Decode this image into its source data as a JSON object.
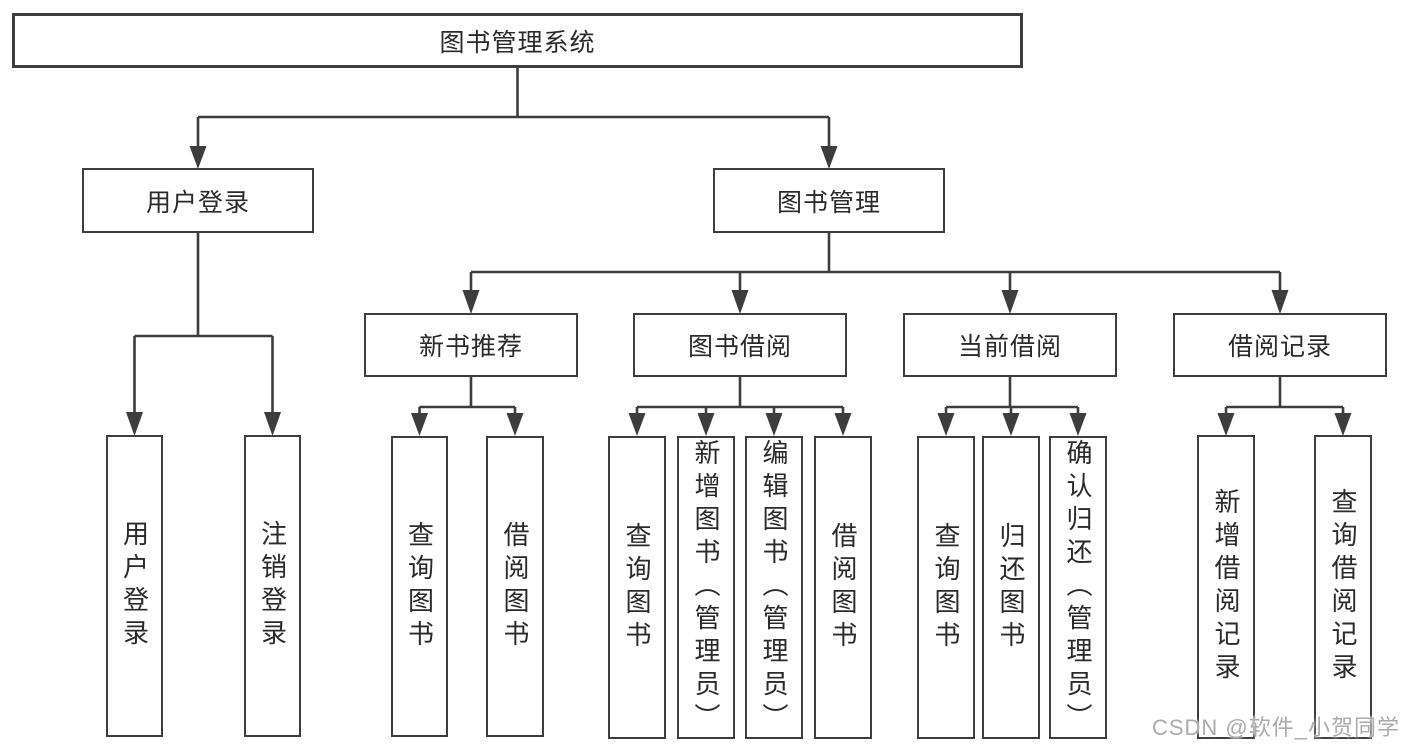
{
  "colors": {
    "line": "#3d3d3d",
    "text": "#2a2a2a",
    "background": "#ffffff",
    "watermark": "#ababab"
  },
  "watermark": {
    "text": "CSDN @软件_小贺同学"
  },
  "tree": {
    "root": {
      "label": "图书管理系统"
    },
    "level2": [
      {
        "label": "用户登录",
        "children": [
          {
            "label": "用户登录"
          },
          {
            "label": "注销登录"
          }
        ]
      },
      {
        "label": "图书管理",
        "children": [
          {
            "label": "新书推荐",
            "children": [
              {
                "label": "查询图书"
              },
              {
                "label": "借阅图书"
              }
            ]
          },
          {
            "label": "图书借阅",
            "children": [
              {
                "label": "查询图书"
              },
              {
                "label": "新增图书（管理员）"
              },
              {
                "label": "编辑图书（管理员）"
              },
              {
                "label": "借阅图书"
              }
            ]
          },
          {
            "label": "当前借阅",
            "children": [
              {
                "label": "查询图书"
              },
              {
                "label": "归还图书"
              },
              {
                "label": "确认归还（管理员）"
              }
            ]
          },
          {
            "label": "借阅记录",
            "children": [
              {
                "label": "新增借阅记录"
              },
              {
                "label": "查询借阅记录"
              }
            ]
          }
        ]
      }
    ]
  }
}
